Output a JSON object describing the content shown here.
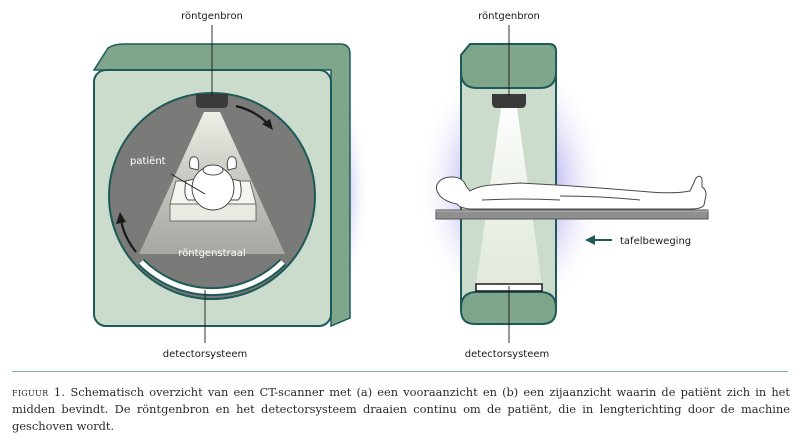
{
  "front_view": {
    "source_label": "röntgenbron",
    "patient_label": "patiënt",
    "beam_label": "röntgenstraal",
    "detector_label": "detectorsysteem"
  },
  "side_view": {
    "source_label": "röntgenbron",
    "table_motion_label": "tafelbeweging",
    "detector_label": "detectorsysteem"
  },
  "caption": {
    "label": "figuur 1.",
    "text": "Schematisch overzicht van een CT-scanner met (a) een vooraanzicht en (b) een zijaanzicht waarin de patiënt zich in het midden bevindt. De röntgenbron en het detectorsysteem draaien continu om de patiënt, die in lengterichting door de machine geschoven wordt."
  },
  "colors": {
    "housing_fill": "#ccdccc",
    "housing_top": "#7fa68a",
    "housing_stroke": "#1f5a5a",
    "bore": "#7a7a78",
    "glow": "#5a55d6",
    "accent_line": "#7db7a6"
  }
}
